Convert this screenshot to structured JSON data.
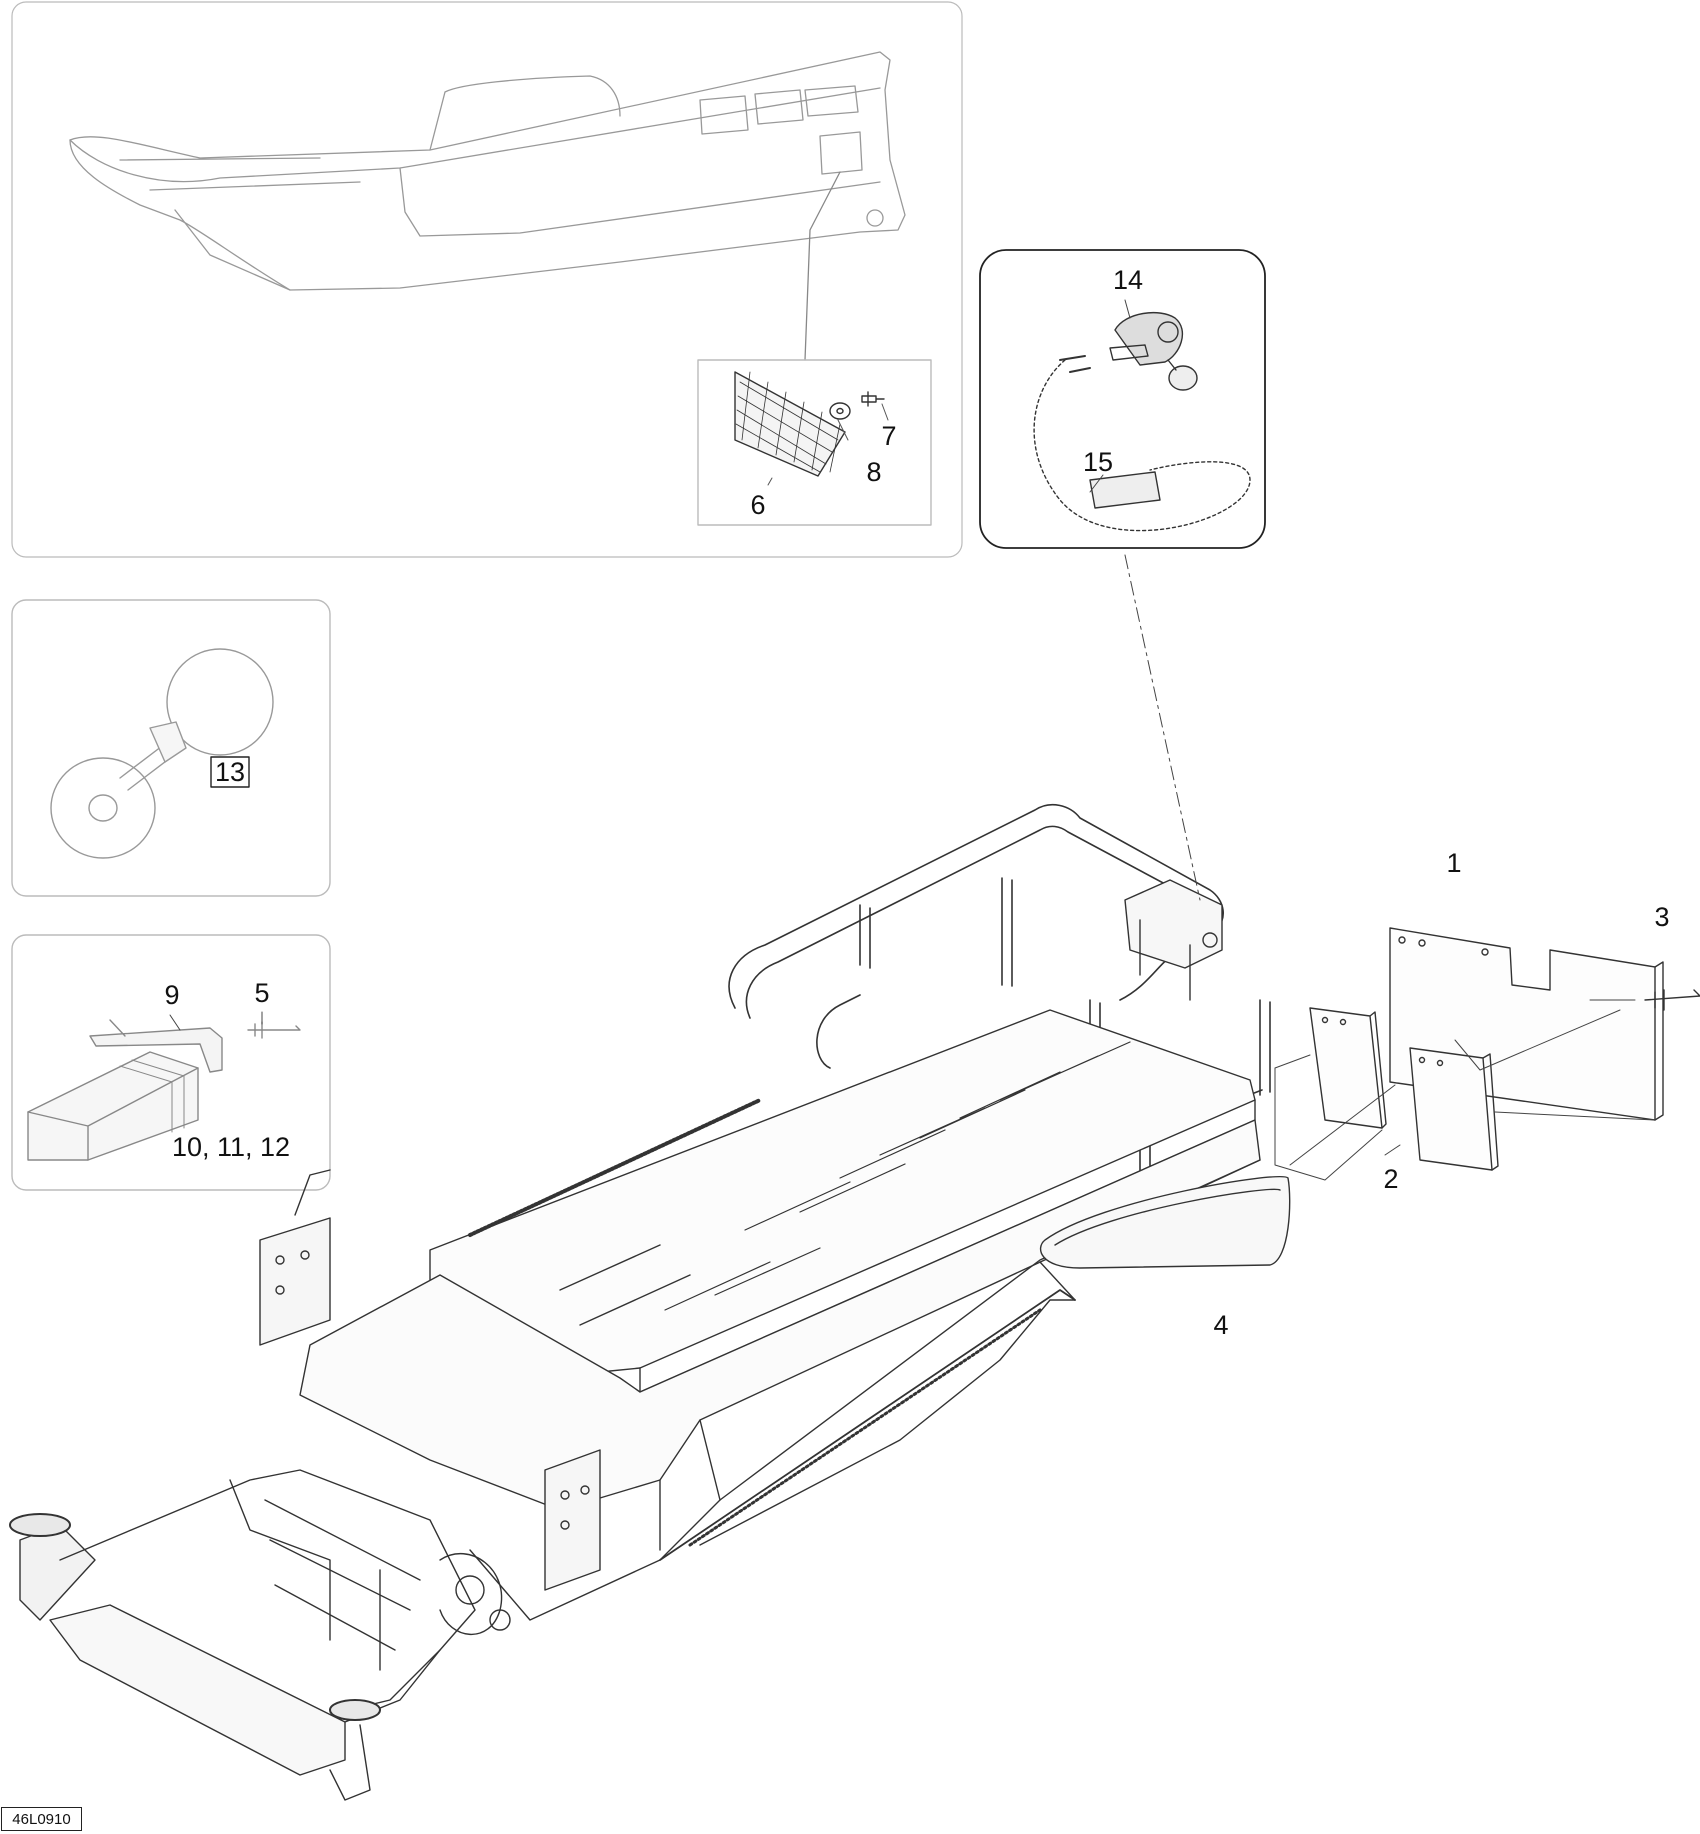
{
  "drawing_id": "46L0910",
  "callouts": {
    "c1": "1",
    "c2": "2",
    "c3": "3",
    "c4": "4",
    "c5": "5",
    "c6": "6",
    "c7": "7",
    "c8": "8",
    "c9": "9",
    "c10": "10, 11, 12",
    "c13": "13",
    "c14": "14",
    "c15": "15"
  }
}
